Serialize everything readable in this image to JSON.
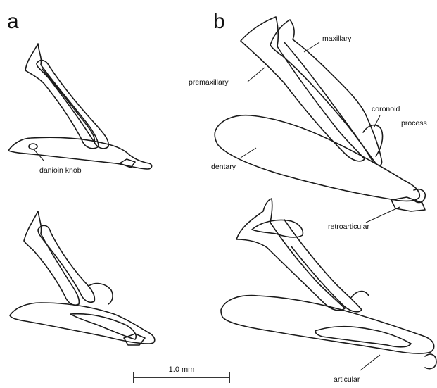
{
  "panels": {
    "a": {
      "letter": "a"
    },
    "b": {
      "letter": "b"
    }
  },
  "labels": {
    "danioin_knob": "danioin knob",
    "maxillary": "maxillary",
    "premaxillary": "premaxillary",
    "coronoid": "coronoid",
    "process": "process",
    "dentary": "dentary",
    "retroarticular": "retroarticular",
    "articular": "articular"
  },
  "scale_bar": {
    "label": "1.0 mm"
  },
  "colors": {
    "ink": "#1a1a1a",
    "background": "#ffffff"
  }
}
